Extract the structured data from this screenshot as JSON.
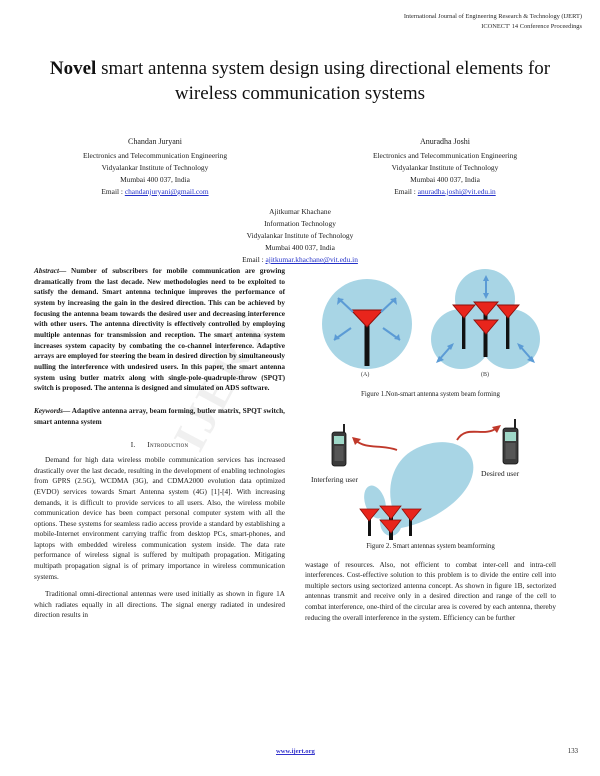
{
  "header": {
    "journal": "International Journal of Engineering Research & Technology (IJERT)",
    "proceedings": "ICONECT' 14 Conference Proceedings"
  },
  "title": {
    "lead": "Novel",
    "rest": " smart antenna system design using directional elements for wireless communication systems"
  },
  "authors": [
    {
      "name": "Chandan Juryani",
      "dept": "Electronics and Telecommunication Engineering",
      "institute": "Vidyalankar Institute of Technology",
      "city": "Mumbai 400 037, India",
      "email_label": "Email : ",
      "email": "chandanjuryani@gmail.com"
    },
    {
      "name": "Anuradha Joshi",
      "dept": "Electronics and Telecommunication Engineering",
      "institute": "Vidyalankar Institute of Technology",
      "city": "Mumbai 400 037, India",
      "email_label": "Email : ",
      "email": "anuradha.joshi@vit.edu.in"
    },
    {
      "name": "Ajitkumar Khachane",
      "dept": "Information Technology",
      "institute": "Vidyalankar Institute of Technology",
      "city": "Mumbai 400 037, India",
      "email_label": "Email : ",
      "email": "ajitkumar.khachane@vit.edu.in"
    }
  ],
  "abstract": {
    "label": "Abstract—",
    "text": " Number of subscribers for mobile communication are growing dramatically from the last decade. New methodologies need to be exploited to satisfy the demand. Smart antenna technique improves the performance of system by increasing the gain in the desired direction. This can be achieved by focusing the antenna beam towards the desired user and decreasing interference with other users. The antenna directivity is effectively controlled by employing multiple antennas for transmission and reception. The smart antenna system increases system capacity by combating the co-channel interference. Adaptive arrays are employed for steering the beam in desired direction by simultaneously nulling the interference with undesired users. In this paper, the smart antenna system using butler matrix along with single-pole-quadruple-throw (SPQT) switch is proposed. The antenna is designed and simulated on ADS software."
  },
  "keywords": {
    "label": "Keywords—",
    "text": " Adaptive antenna array, beam forming, butler matrix, SPQT switch, smart antenna system"
  },
  "section": {
    "number": "I.",
    "name": "Introduction"
  },
  "body": {
    "p1": "Demand for high data wireless mobile communication services has increased drastically over the last decade, resulting in the development of enabling technologies from GPRS (2.5G), WCDMA (3G), and CDMA2000 evolution data optimized (EVDO) services towards Smart Antenna system (4G) [1]-[4]. With increasing demands, it is difficult to provide services to all users. Also, the wireless mobile communication device has been compact personal computer system with all the options. These systems for seamless radio access provide a standard by establishing a mobile-Internet environment carrying traffic from desktop PCs, smart-phones, and laptops with embedded wireless communication system inside. The data rate performance of wireless signal is suffered by multipath propagation. Mitigating multipath propagation signal is of primary importance in wireless communication systems.",
    "p2": "Traditional omni-directional antennas were used initially as shown in figure 1A which radiates equally in all directions. The signal energy radiated in undesired direction results in",
    "p3": "wastage of resources. Also, not efficient to combat inter-cell and intra-cell interferences. Cost-effective solution to this problem is to divide the entire cell into multiple sectors using sectorized antenna concept. As shown in figure 1B, sectorized antennas transmit and receive only in a desired direction and range of the cell to combat interference, one-third of the circular area is covered by each antenna, thereby reducing the overall interference in the system. Efficiency can be further"
  },
  "figures": {
    "fig1": {
      "caption": "Figure 1.Non-smart antenna system beam forming",
      "label_a": "(A)",
      "label_b": "(B)"
    },
    "fig2": {
      "caption": "Figure 2. Smart antennas system beamforming",
      "label_interfering": "Interfering user",
      "label_desired": "Desired user"
    }
  },
  "watermark": "IJERT",
  "footer": {
    "site": "www.ijert.org",
    "page": "133"
  },
  "colors": {
    "coverage_blue": "#a8d5e5",
    "antenna_red": "#e8251c",
    "mast_black": "#111111",
    "arrow_blue": "#5b9bd5",
    "arrow_red": "#c0392b",
    "link_blue": "#2330c8",
    "footer_blue": "#3333cc"
  }
}
